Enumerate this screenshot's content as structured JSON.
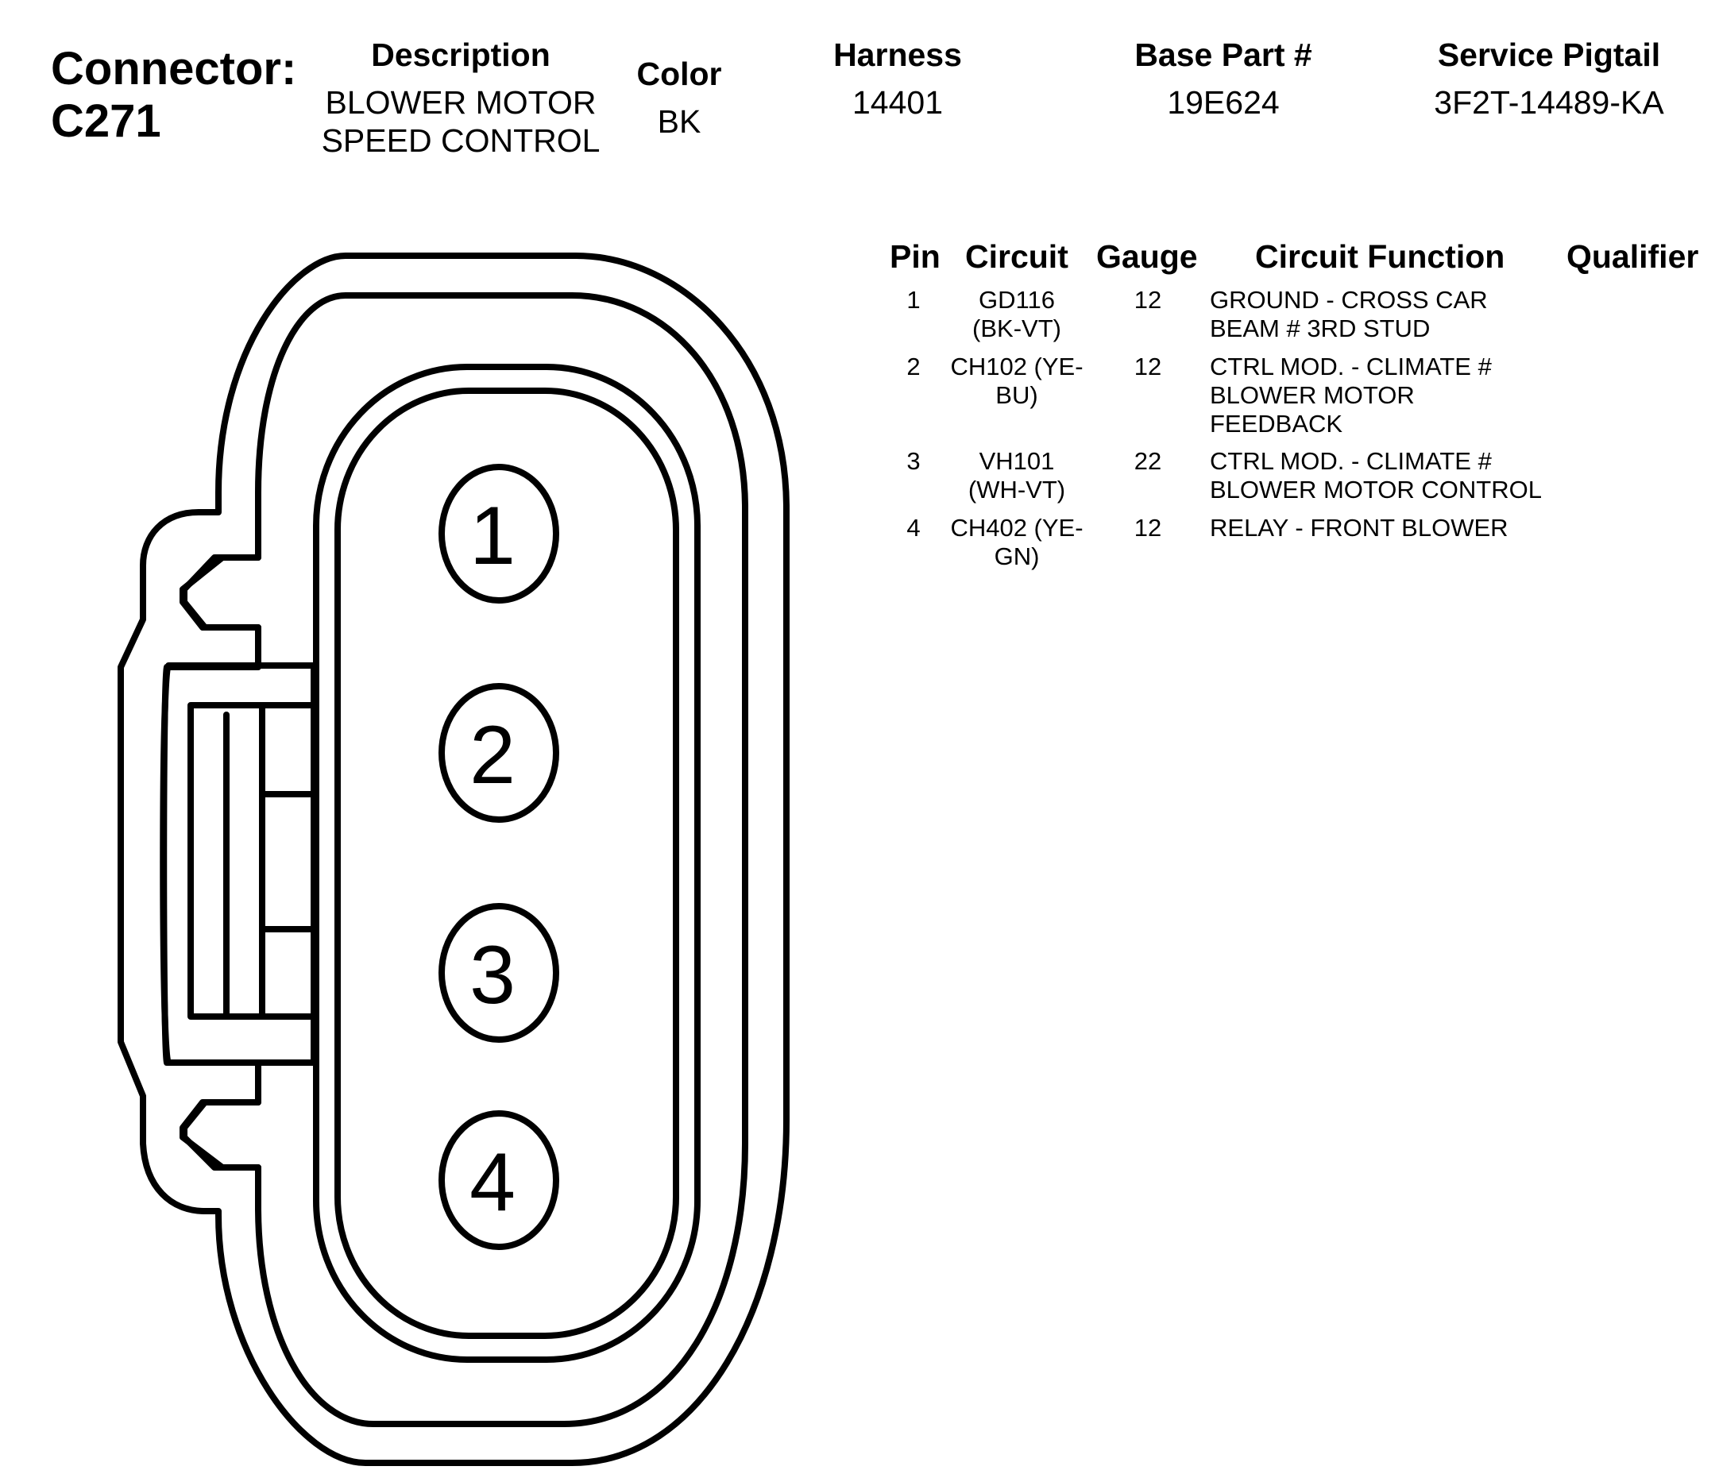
{
  "connector": {
    "label": "Connector:",
    "id": "C271"
  },
  "header": {
    "description": {
      "label": "Description",
      "lines": [
        "BLOWER MOTOR",
        "SPEED CONTROL"
      ]
    },
    "color": {
      "label": "Color",
      "value": "BK"
    },
    "harness": {
      "label": "Harness",
      "value": "14401"
    },
    "base_part": {
      "label": "Base Part #",
      "value": "19E624"
    },
    "service_pigtail": {
      "label": "Service Pigtail",
      "value": "3F2T-14489-KA"
    }
  },
  "pin_table": {
    "columns": [
      "Pin",
      "Circuit",
      "Gauge",
      "Circuit Function",
      "Qualifier"
    ],
    "rows": [
      {
        "pin": "1",
        "circuit": [
          "GD116",
          "(BK-VT)"
        ],
        "gauge": "12",
        "function": [
          "GROUND - CROSS CAR",
          "BEAM # 3RD STUD"
        ],
        "qualifier": ""
      },
      {
        "pin": "2",
        "circuit": [
          "CH102 (YE-",
          "BU)"
        ],
        "gauge": "12",
        "function": [
          "CTRL MOD. - CLIMATE #",
          "BLOWER MOTOR",
          "FEEDBACK"
        ],
        "qualifier": ""
      },
      {
        "pin": "3",
        "circuit": [
          "VH101",
          "(WH-VT)"
        ],
        "gauge": "22",
        "function": [
          "CTRL MOD. - CLIMATE #",
          "BLOWER MOTOR CONTROL"
        ],
        "qualifier": ""
      },
      {
        "pin": "4",
        "circuit": [
          "CH402 (YE-",
          "GN)"
        ],
        "gauge": "12",
        "function": [
          "RELAY - FRONT BLOWER"
        ],
        "qualifier": ""
      }
    ]
  },
  "diagram": {
    "pin_labels": [
      "1",
      "2",
      "3",
      "4"
    ]
  }
}
